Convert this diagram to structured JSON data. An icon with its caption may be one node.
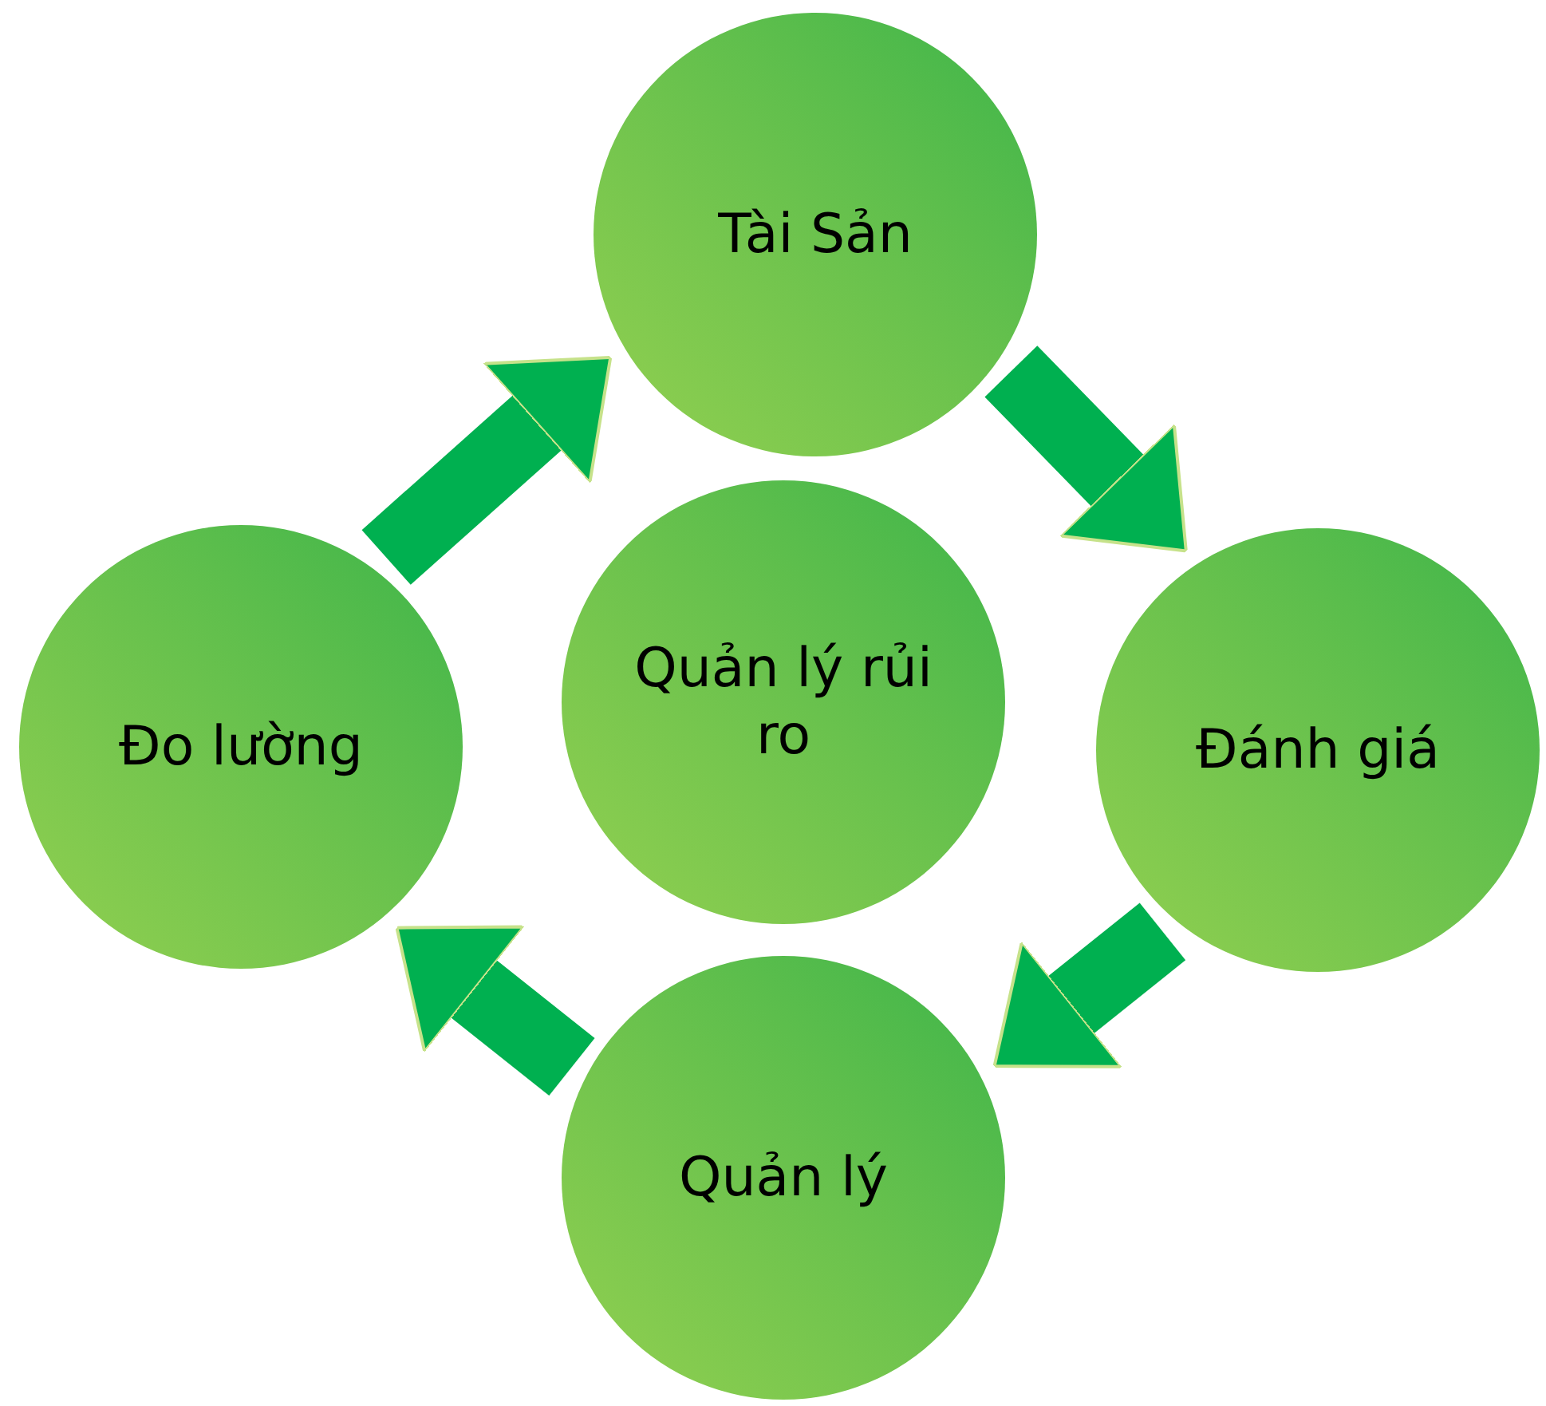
{
  "diagram": {
    "nodes": [
      {
        "text": [
          "Tài Sản"
        ]
      },
      {
        "text": [
          "Quản lý rủi ro"
        ]
      },
      {
        "text": [
          "Đo lường"
        ]
      },
      {
        "text": [
          "Đánh giá"
        ]
      },
      {
        "text": [
          "Quản lý"
        ]
      }
    ],
    "edges": [
      {
        "from": 0,
        "to": 3,
        "arrow": "to"
      },
      {
        "from": 3,
        "to": 4,
        "arrow": "to"
      },
      {
        "from": 4,
        "to": 2,
        "arrow": "to"
      },
      {
        "from": 2,
        "to": 0,
        "arrow": "to"
      }
    ]
  }
}
